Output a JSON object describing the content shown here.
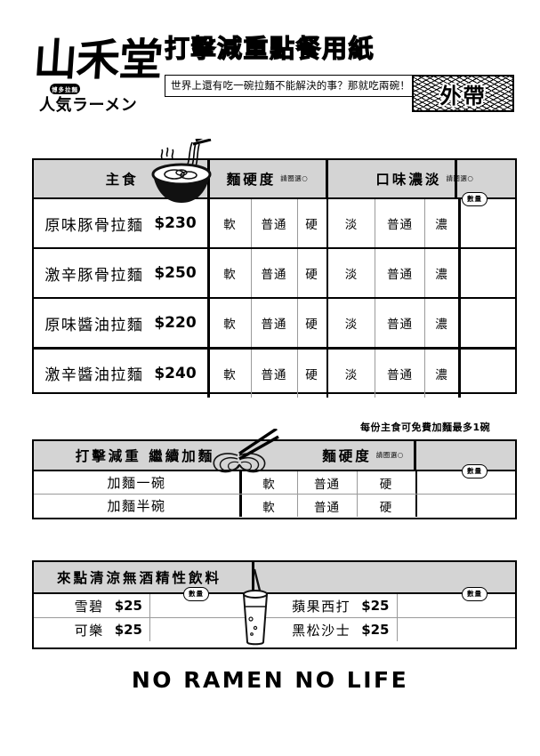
{
  "header": {
    "logo_main": "山禾堂",
    "logo_tiny": "博多拉麵",
    "logo_sub": "人気ラーメン",
    "title": "打擊減重點餐用紙",
    "subtitle": "世界上還有吃一碗拉麵不能解決的事？那就吃兩碗！",
    "takeout_label": "外帶"
  },
  "main_table": {
    "headers": {
      "dish": "主食",
      "firmness": "麵硬度",
      "firmness_hint": "請圈選○",
      "taste": "口味濃淡",
      "taste_hint": "請圈選○",
      "qty": "數量"
    },
    "firmness_options": [
      "軟",
      "普通",
      "硬"
    ],
    "taste_options": [
      "淡",
      "普通",
      "濃"
    ],
    "rows": [
      {
        "name": "原味豚骨拉麵",
        "price": "$230"
      },
      {
        "name": "激辛豚骨拉麵",
        "price": "$250"
      },
      {
        "name": "原味醬油拉麵",
        "price": "$220"
      },
      {
        "name": "激辛醬油拉麵",
        "price": "$240"
      }
    ],
    "icon": "ramen-bowl-icon"
  },
  "refill_note": "每份主食可免費加麵最多1碗",
  "refill_table": {
    "headers": {
      "title": "打擊減重 繼續加麵",
      "firmness": "麵硬度",
      "firmness_hint": "請圈選○",
      "qty": "數量"
    },
    "firmness_options": [
      "軟",
      "普通",
      "硬"
    ],
    "rows": [
      {
        "name": "加麵一碗"
      },
      {
        "name": "加麵半碗"
      }
    ],
    "icon": "noodles-chopsticks-icon"
  },
  "drinks_table": {
    "headers": {
      "title": "來點清涼無酒精性飲料",
      "qty_left": "數量",
      "qty_right": "數量"
    },
    "left_rows": [
      {
        "name": "雪碧",
        "price": "$25"
      },
      {
        "name": "可樂",
        "price": "$25"
      }
    ],
    "right_rows": [
      {
        "name": "蘋果西打",
        "price": "$25"
      },
      {
        "name": "黑松沙士",
        "price": "$25"
      }
    ],
    "icon": "soda-cup-icon"
  },
  "footer": "NO RAMEN NO LIFE",
  "colors": {
    "header_fill": "#d4d4d4",
    "rule": "#000000",
    "light_rule": "#9a9a9a",
    "page": "#ffffff"
  }
}
